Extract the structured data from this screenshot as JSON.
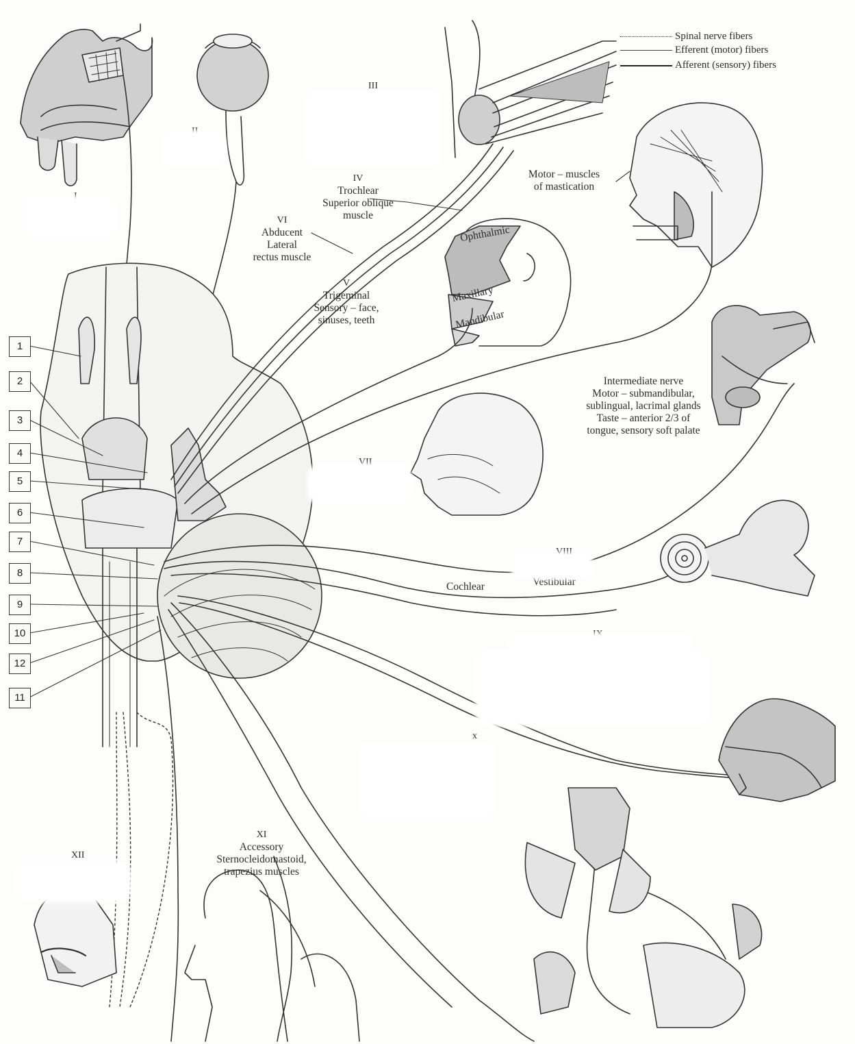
{
  "legend": {
    "spinal": "Spinal nerve fibers",
    "efferent": "Efferent (motor) fibers",
    "afferent": "Afferent (sensory) fibers"
  },
  "nerves": {
    "I": "I",
    "II": "II",
    "III": "III",
    "IV": {
      "numeral": "IV",
      "name": "Trochlear",
      "desc1": "Superior oblique",
      "desc2": "muscle"
    },
    "V": {
      "numeral": "V",
      "name": "Trigeminal",
      "desc1": "Sensory – face,",
      "desc2": "sinuses, teeth"
    },
    "VI": {
      "numeral": "VI",
      "name": "Abducent",
      "desc1": "Lateral",
      "desc2": "rectus muscle"
    },
    "VII": "VII",
    "VIII": "VIII",
    "IX": "IX",
    "X": "x",
    "XI": {
      "numeral": "XI",
      "name": "Accessory",
      "desc1": "Sternocleidomastoid,",
      "desc2": "trapezius muscles"
    },
    "XII": "XII"
  },
  "annotations": {
    "motor_mastication_1": "Motor – muscles",
    "motor_mastication_2": "of mastication",
    "ophthalmic": "Ophthalmic",
    "maxillary": "Maxillary",
    "mandibular": "Mandibular",
    "intermediate_1": "Intermediate nerve",
    "intermediate_2": "Motor – submandibular,",
    "intermediate_3": "sublingual, lacrimal glands",
    "intermediate_4": "Taste – anterior 2/3 of",
    "intermediate_5": "tongue, sensory soft palate",
    "cochlear": "Cochlear",
    "vestibular": "Vestibular"
  },
  "numbered_labels": [
    "1",
    "2",
    "3",
    "4",
    "5",
    "6",
    "7",
    "8",
    "9",
    "10",
    "12",
    "11"
  ],
  "colors": {
    "line": "#333333",
    "shade": "#bdbdbd",
    "shade_dark": "#8c8c8c",
    "paper": "#fdfdfb"
  }
}
